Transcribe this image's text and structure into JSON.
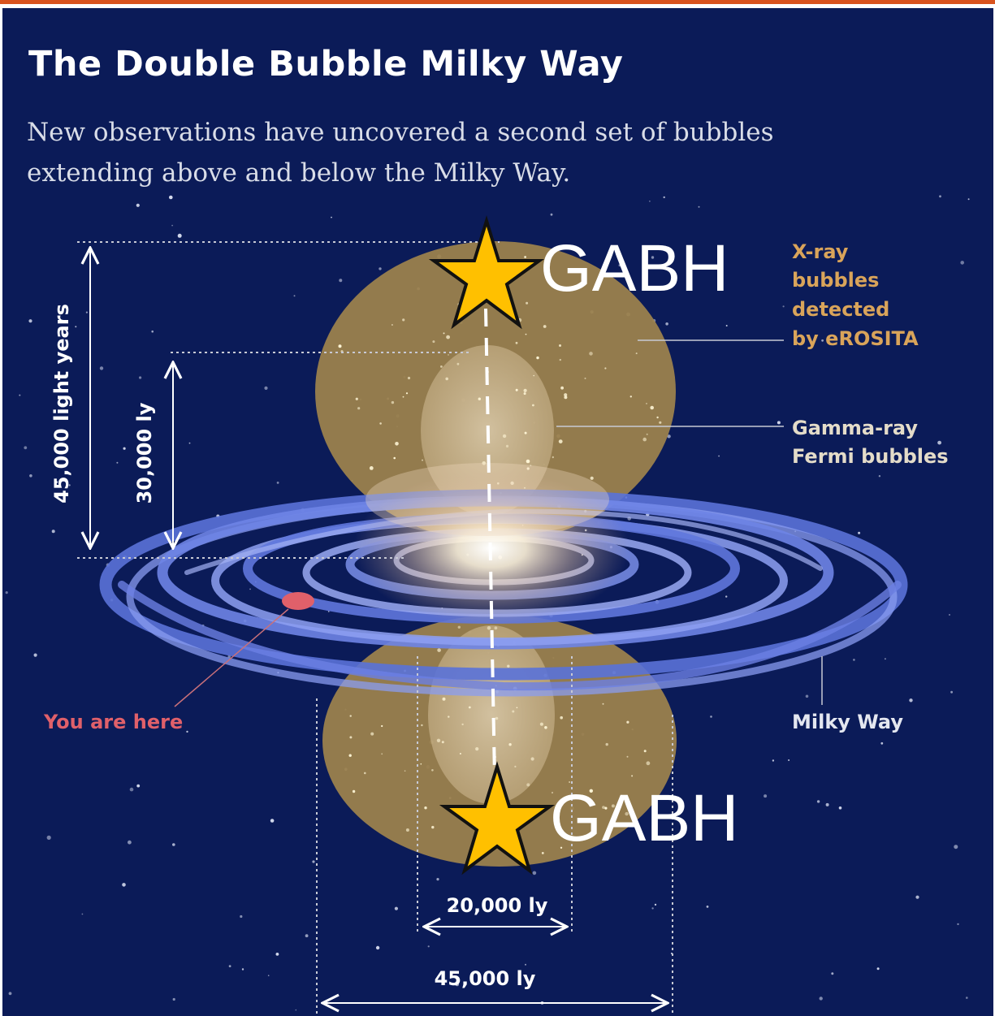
{
  "title": "The Double Bubble Milky Way",
  "subtitle": "New observations have uncovered a second set of bubbles extending above and below the Milky Way.",
  "labels": {
    "xray": [
      "X-ray",
      "bubbles",
      "detected",
      "by eROSITA"
    ],
    "gamma": [
      "Gamma-ray",
      "Fermi bubbles"
    ],
    "milky_way": "Milky Way",
    "you_are_here": "You are here",
    "gabh_top": "GABH",
    "gabh_bottom": "GABH"
  },
  "dimensions": {
    "xray_height": "45,000 light years",
    "fermi_height": "30,000 ly",
    "fermi_width": "20,000 ly",
    "xray_width": "45,000 ly"
  },
  "colors": {
    "background": "#0b1b58",
    "accent_orange": "#d9531e",
    "xray_bubble": "#a08450",
    "xray_label": "#d9a45a",
    "you_are_here": "#e0606a",
    "spiral_arm": "#6f86e8",
    "star_fill": "#ffc000"
  },
  "icons": {
    "star_marker": "star-icon"
  }
}
